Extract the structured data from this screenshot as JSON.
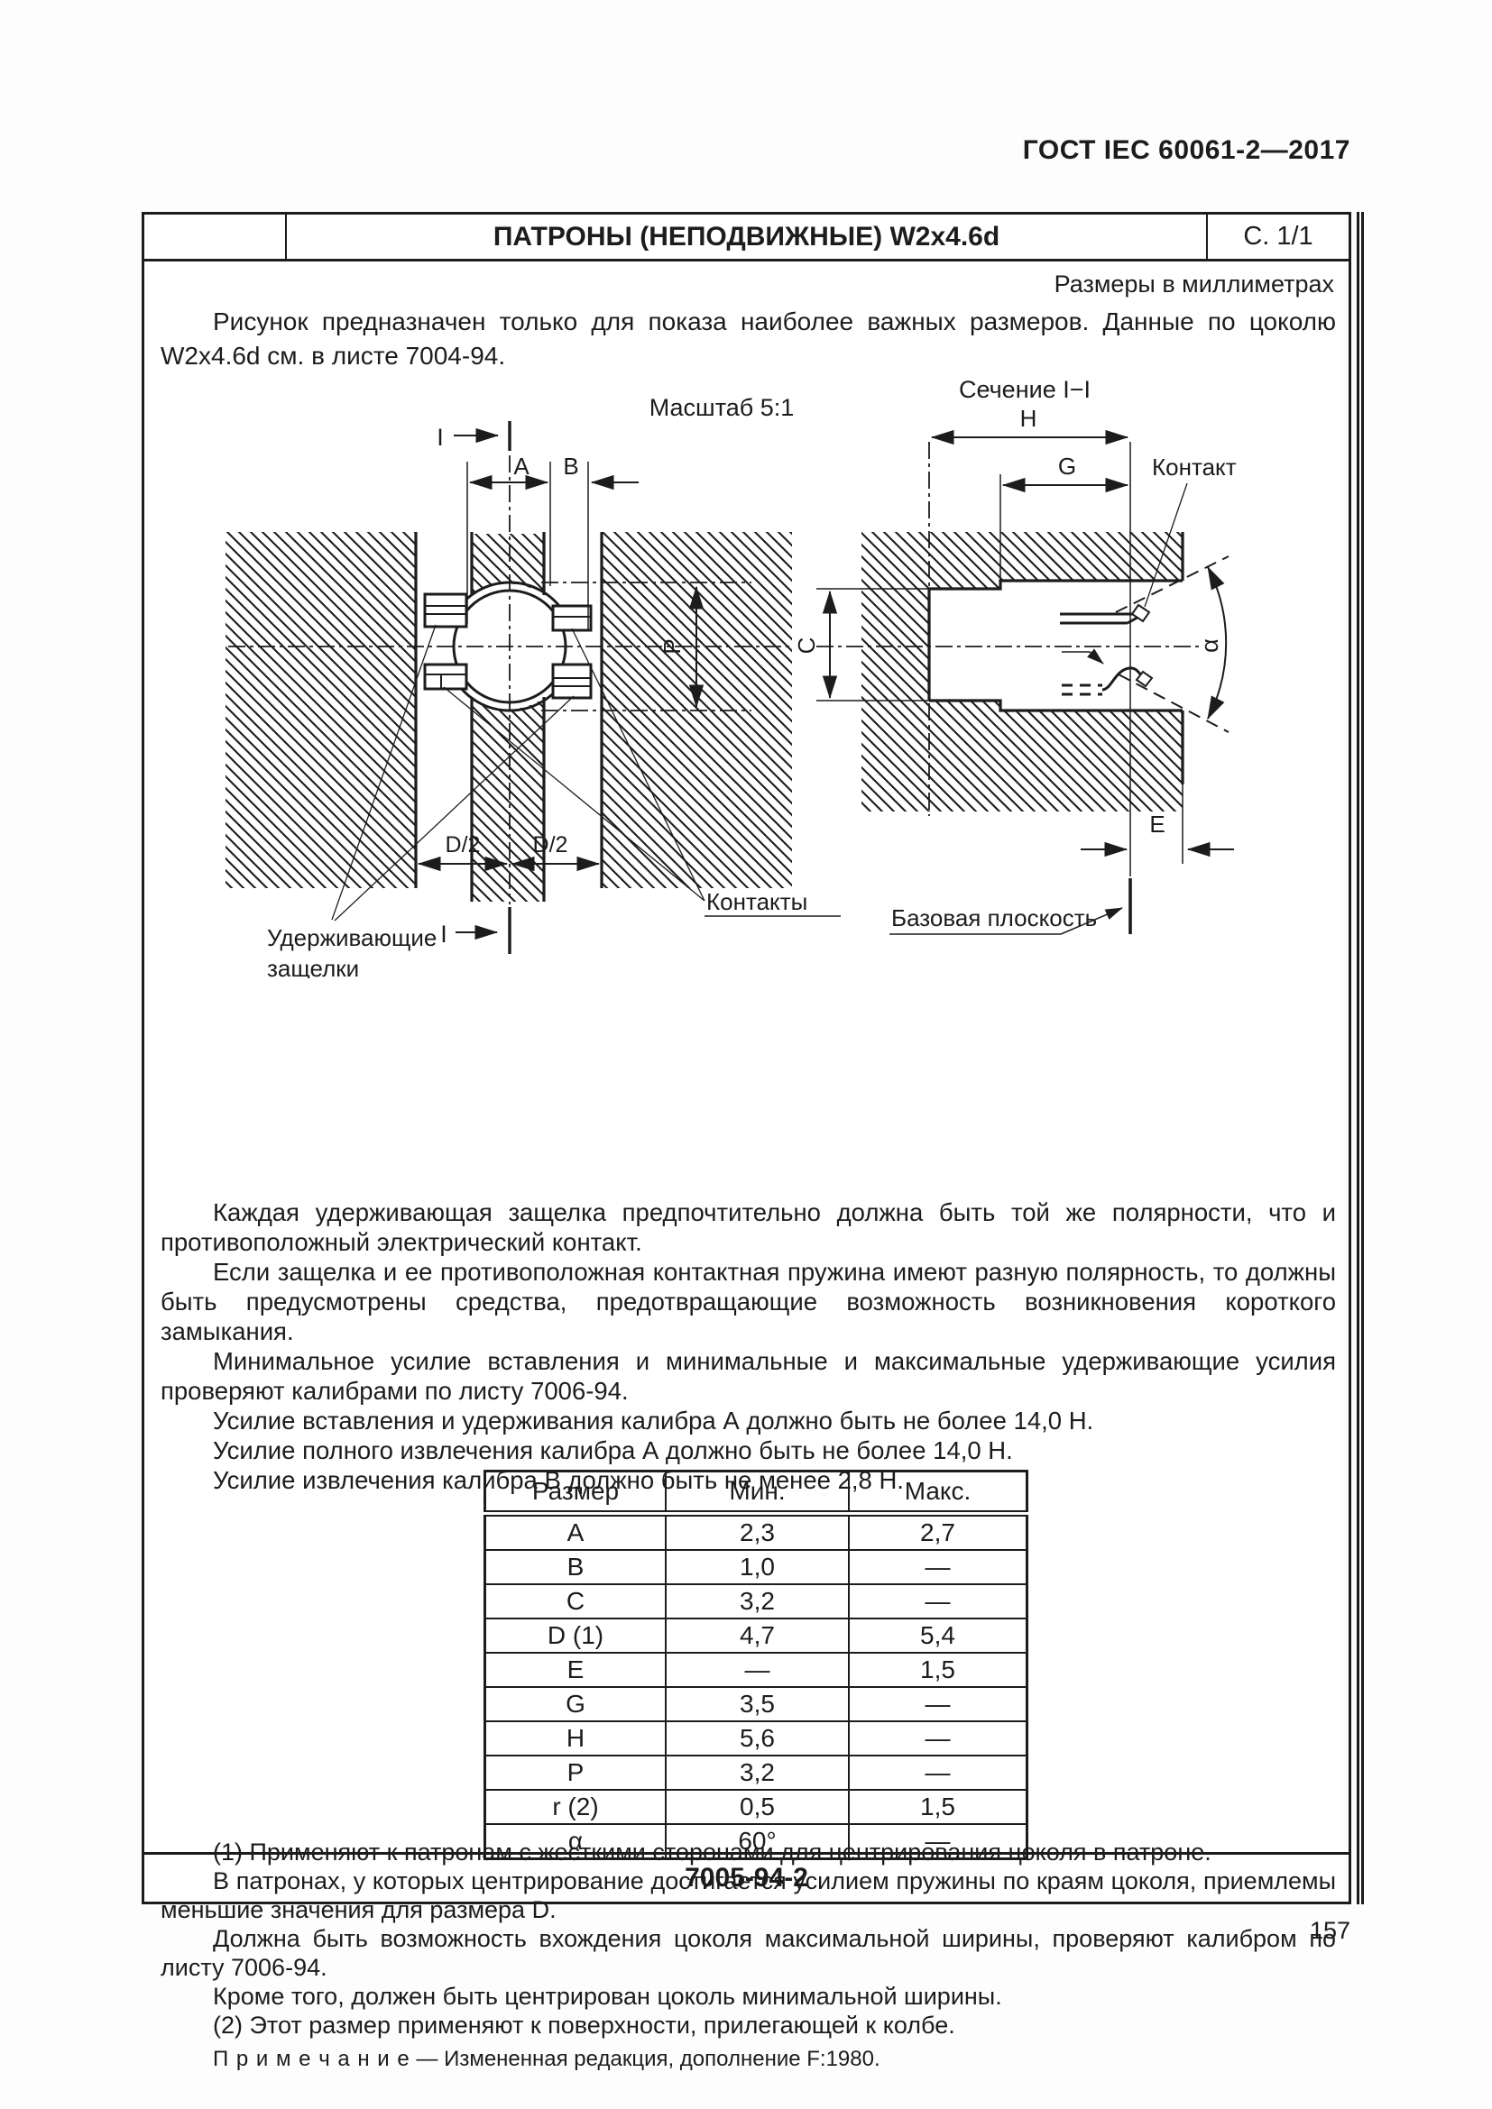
{
  "page": {
    "doc_header": "ГОСТ IEC 60061-2—2017",
    "page_number": "157"
  },
  "sheet": {
    "title": "ПАТРОНЫ (НЕПОДВИЖНЫЕ) W2x4.6d",
    "sheet_ref": "С. 1/1",
    "units_note": "Размеры в миллиметрах",
    "footer_code": "7005-94-2"
  },
  "intro": "Рисунок предназначен только для показа наиболее важных размеров. Данные по цоколю W2x4.6d см. в листе 7004-94.",
  "figures": {
    "left": {
      "caption": "Масштаб 5:1",
      "labels": {
        "section_marker_top": "I",
        "section_marker_bottom": "I",
        "dim_a": "A",
        "dim_b": "B",
        "dim_p": "P",
        "dim_d_left": "D/2",
        "dim_d_right": "D/2",
        "contacts": "Контакты",
        "latches_line1": "Удерживающие",
        "latches_line2": "защелки"
      }
    },
    "right": {
      "caption": "Сечение I−I",
      "labels": {
        "dim_h": "H",
        "dim_g": "G",
        "dim_c": "C",
        "dim_e": "E",
        "angle": "α",
        "contact": "Контакт",
        "base_plane": "Базовая плоскость"
      }
    }
  },
  "paragraphs": [
    "Каждая удерживающая защелка предпочтительно должна быть той же полярности, что и противоположный электрический контакт.",
    "Если защелка и ее противоположная контактная пружина имеют разную полярность, то должны быть предусмотрены средства, предотвращающие возможность возникновения короткого замыкания.",
    "Минимальное усилие вставления и минимальные и максимальные удерживающие усилия проверяют калибрами по листу 7006-94.",
    "Усилие вставления и удерживания калибра А должно быть не более 14,0 Н.",
    "Усилие полного извлечения калибра А должно быть не более 14,0 Н.",
    "Усилие извлечения калибра В должно быть не менее 2,8 Н."
  ],
  "table": {
    "headers": [
      "Размер",
      "Мин.",
      "Макс."
    ],
    "rows": [
      [
        "A",
        "2,3",
        "2,7"
      ],
      [
        "B",
        "1,0",
        "—"
      ],
      [
        "C",
        "3,2",
        "—"
      ],
      [
        "D (1)",
        "4,7",
        "5,4"
      ],
      [
        "E",
        "—",
        "1,5"
      ],
      [
        "G",
        "3,5",
        "—"
      ],
      [
        "H",
        "5,6",
        "—"
      ],
      [
        "P",
        "3,2",
        "—"
      ],
      [
        "r (2)",
        "0,5",
        "1,5"
      ],
      [
        "α",
        "60°",
        "—"
      ]
    ]
  },
  "notes": [
    "(1) Применяют к патронам с жесткими сторонами для центрирования цоколя в патроне.",
    "В патронах, у которых центрирование достигается усилием пружины по краям цоколя, приемлемы меньшие значения для размера D.",
    "Должна быть возможность вхождения цоколя максимальной ширины, проверяют калибром по листу 7006-94.",
    "Кроме того, должен быть центрирован цоколь минимальной ширины.",
    "(2) Этот размер применяют к поверхности, прилегающей к колбе."
  ],
  "remark": {
    "label": "П р и м е ч а н и е",
    "text": "—  Измененная редакция, дополнение F:1980."
  }
}
